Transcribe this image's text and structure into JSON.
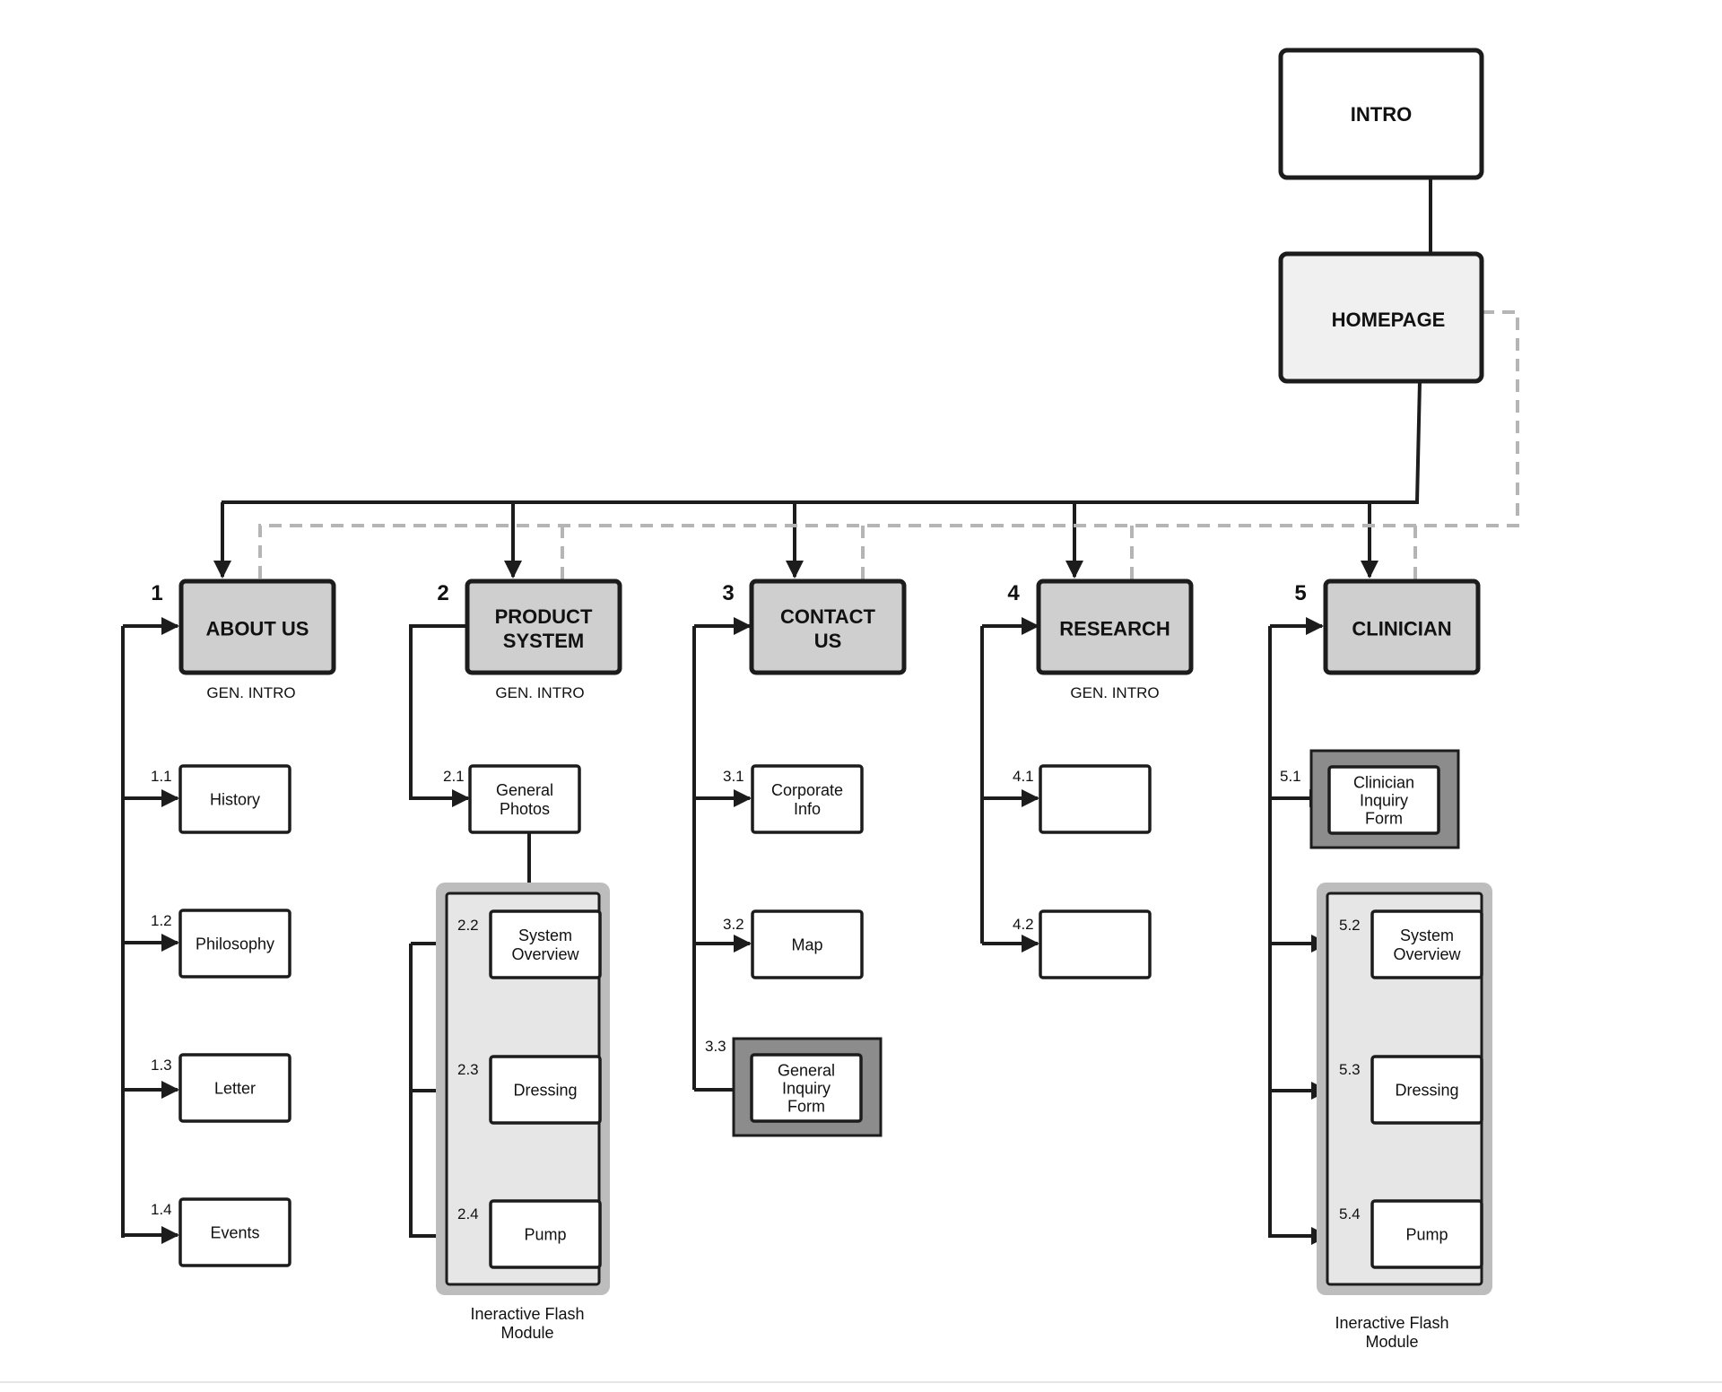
{
  "diagram": {
    "intro": "INTRO",
    "homepage": "HOMEPAGE",
    "sections": [
      {
        "number": "1",
        "title_lines": [
          "ABOUT US"
        ],
        "caption": "GEN. INTRO",
        "pages": [
          {
            "id": "1.1",
            "lines": [
              "History"
            ]
          },
          {
            "id": "1.2",
            "lines": [
              "Philosophy"
            ]
          },
          {
            "id": "1.3",
            "lines": [
              "Letter"
            ]
          },
          {
            "id": "1.4",
            "lines": [
              "Events"
            ]
          }
        ]
      },
      {
        "number": "2",
        "title_lines": [
          "PRODUCT",
          "SYSTEM"
        ],
        "caption": "GEN. INTRO",
        "pages": [
          {
            "id": "2.1",
            "lines": [
              "General",
              "Photos"
            ]
          },
          {
            "id": "2.2",
            "lines": [
              "System",
              "Overview"
            ]
          },
          {
            "id": "2.3",
            "lines": [
              "Dressing"
            ]
          },
          {
            "id": "2.4",
            "lines": [
              "Pump"
            ]
          }
        ],
        "module_caption_lines": [
          "Ineractive Flash",
          "Module"
        ]
      },
      {
        "number": "3",
        "title_lines": [
          "CONTACT",
          "US"
        ],
        "caption": "",
        "pages": [
          {
            "id": "3.1",
            "lines": [
              "Corporate",
              "Info"
            ]
          },
          {
            "id": "3.2",
            "lines": [
              "Map"
            ]
          },
          {
            "id": "3.3",
            "lines": [
              "General",
              "Inquiry",
              "Form"
            ]
          }
        ]
      },
      {
        "number": "4",
        "title_lines": [
          "RESEARCH"
        ],
        "caption": "GEN. INTRO",
        "pages": [
          {
            "id": "4.1",
            "lines": []
          },
          {
            "id": "4.2",
            "lines": []
          }
        ]
      },
      {
        "number": "5",
        "title_lines": [
          "CLINICIAN"
        ],
        "caption": "",
        "pages": [
          {
            "id": "5.1",
            "lines": [
              "Clinician",
              "Inquiry",
              "Form"
            ]
          },
          {
            "id": "5.2",
            "lines": [
              "System",
              "Overview"
            ]
          },
          {
            "id": "5.3",
            "lines": [
              "Dressing"
            ]
          },
          {
            "id": "5.4",
            "lines": [
              "Pump"
            ]
          }
        ],
        "module_caption_lines": [
          "Ineractive Flash",
          "Module"
        ]
      }
    ]
  },
  "colors": {
    "stroke": "#1c1c1c",
    "section_fill": "#cfcfcf",
    "homepage_fill": "#f0f0f0",
    "form_frame": "#8c8c8c",
    "module_outer": "#bdbdbd",
    "module_inner": "#e6e6e6",
    "dashed_link": "#b5b5b5"
  }
}
